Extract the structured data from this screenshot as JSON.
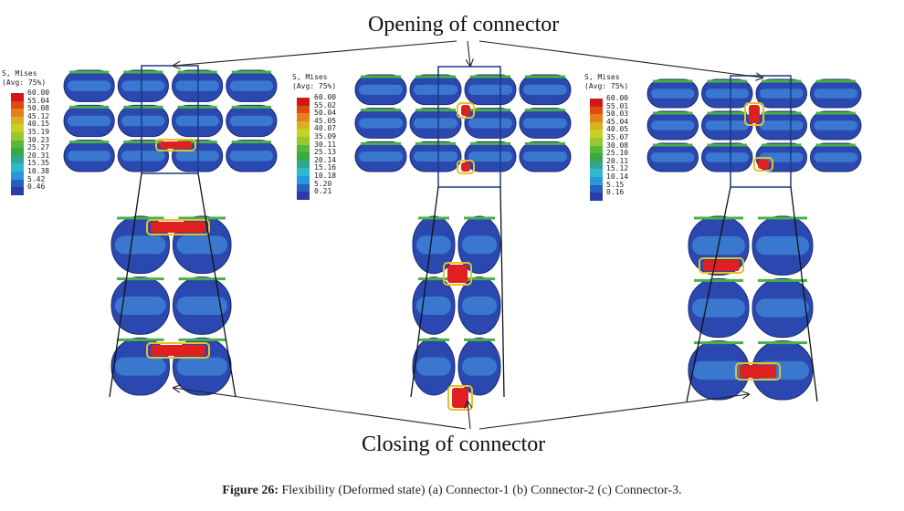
{
  "labels": {
    "opening": "Opening of connector",
    "closing": "Closing of connector"
  },
  "caption": {
    "prefix": "Figure 26:",
    "text": "Flexibility (Deformed state) (a) Connector-1 (b) Connector-2 (c) Connector-3."
  },
  "legends": [
    {
      "title": "S, Mises",
      "avg": "(Avg: 75%)",
      "values": [
        "60.00",
        "55.04",
        "50.08",
        "45.12",
        "40.15",
        "35.19",
        "30.23",
        "25.27",
        "20.31",
        "15.35",
        "10.38",
        "5.42",
        "0.46"
      ]
    },
    {
      "title": "S, Mises",
      "avg": "(Avg: 75%)",
      "values": [
        "60.00",
        "55.02",
        "50.04",
        "45.05",
        "40.07",
        "35.09",
        "30.11",
        "25.13",
        "20.14",
        "15.16",
        "10.18",
        "5.20",
        "0.21"
      ]
    },
    {
      "title": "S, Mises",
      "avg": "(Avg: 75%)",
      "values": [
        "60.00",
        "55.01",
        "50.03",
        "45.04",
        "40.05",
        "35.07",
        "30.08",
        "25.10",
        "20.11",
        "15.12",
        "10.14",
        "5.15",
        "0.16"
      ]
    }
  ],
  "colors": {
    "scale": [
      "#d01818",
      "#e04a10",
      "#e8801a",
      "#d8b020",
      "#c8d020",
      "#98c830",
      "#58b838",
      "#38a848",
      "#30a890",
      "#30b8d0",
      "#2898d8",
      "#2860c0",
      "#2a3ca8"
    ]
  }
}
